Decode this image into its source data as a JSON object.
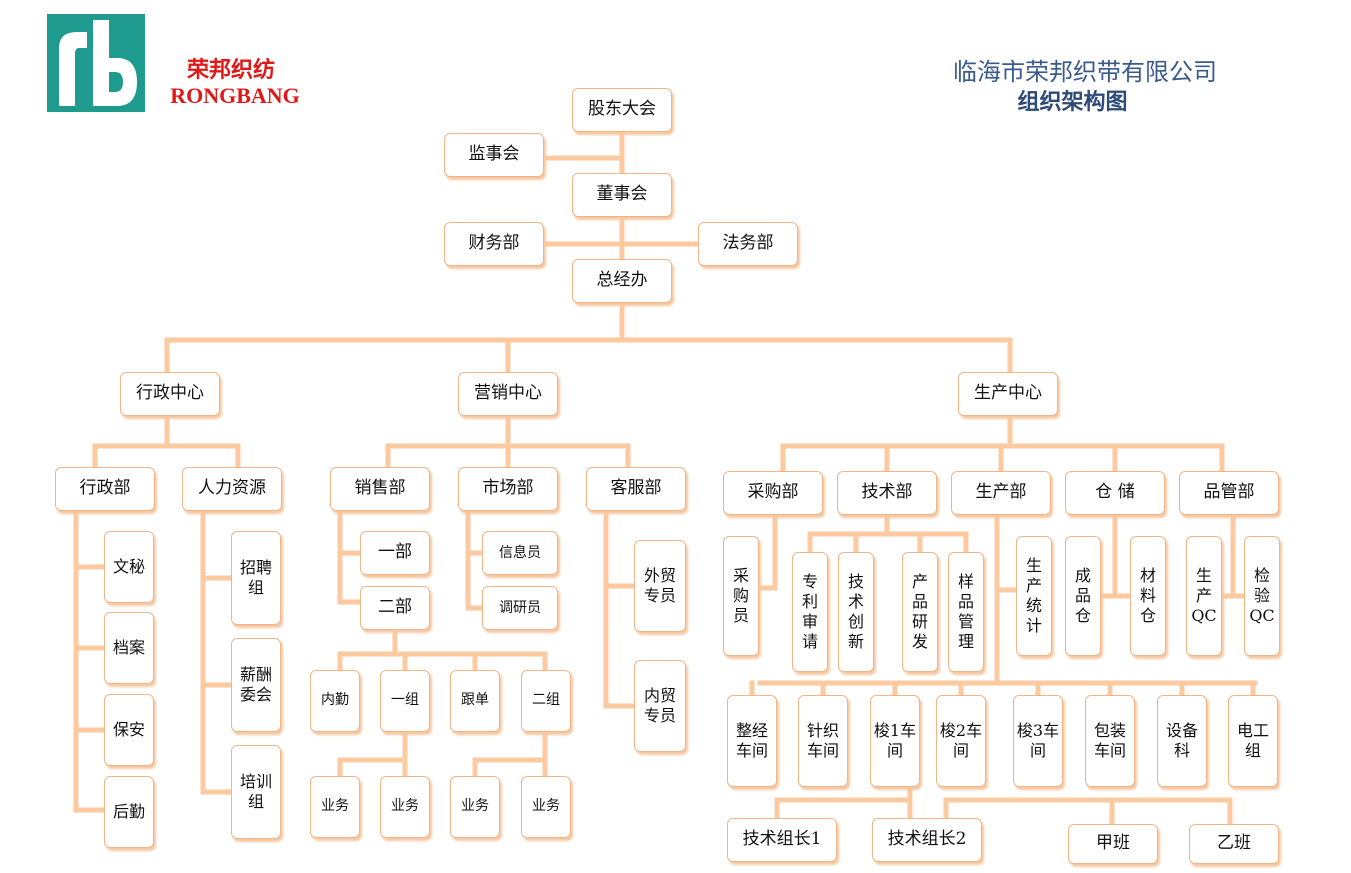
{
  "header": {
    "brand_cn": "荣邦织纺",
    "brand_en": "RONGBANG",
    "company": "临海市荣邦织带有限公司",
    "title": "组织架构图"
  },
  "colors": {
    "line": "#fdcaa0",
    "border": "#f2b587",
    "brand_red": "#e01818",
    "title_blue": "#2d4a78",
    "logo_green": "#1e9a8e"
  },
  "nodes": {
    "gudong": "股东大会",
    "jianshi": "监事会",
    "dongshi": "董事会",
    "caiwu": "财务部",
    "fawu": "法务部",
    "zongjing": "总经办",
    "xingzheng_center": "行政中心",
    "yingxiao_center": "营销中心",
    "shengchan_center": "生产中心",
    "xingzheng_bu": "行政部",
    "renli": "人力资源",
    "wenmi": "文秘",
    "dangan": "档案",
    "baoan": "保安",
    "houqin": "后勤",
    "zhaopin": "招聘组",
    "xinchou": "薪酬委会",
    "peixun": "培训组",
    "xiaoshou": "销售部",
    "shichang": "市场部",
    "kefu": "客服部",
    "yibu": "一部",
    "erbu": "二部",
    "xinxi": "信息员",
    "diaoyan": "调研员",
    "waimao": "外贸专员",
    "neimao": "内贸专员",
    "neiqin": "内勤",
    "yizu": "一组",
    "gendan": "跟单",
    "erzu": "二组",
    "yewu1": "业务",
    "yewu2": "业务",
    "yewu3": "业务",
    "yewu4": "业务",
    "caigou_bu": "采购部",
    "jishu_bu": "技术部",
    "shengchan_bu": "生产部",
    "cangchu": "仓 储",
    "pinguan": "品管部",
    "caigouyuan": "采购员",
    "zhuanli": "专利审请",
    "chuangxin": "技术创新",
    "yanfa": "产品研发",
    "yangpin": "样品管理",
    "tongji": "生产统计",
    "chengpincang": "成品仓",
    "cailiaocang": "材料仓",
    "scqc": "生产QC",
    "jyqc": "检验QC",
    "zhengjing": "整经车间",
    "zhenzhi": "针织车间",
    "suo1": "梭1车间",
    "suo2": "梭2车间",
    "suo3": "梭3车间",
    "baozhuang": "包装车间",
    "shebei": "设备科",
    "diangong": "电工组",
    "jszz1": "技术组长1",
    "jszz2": "技术组长2",
    "jiaban": "甲班",
    "yiban": "乙班"
  }
}
